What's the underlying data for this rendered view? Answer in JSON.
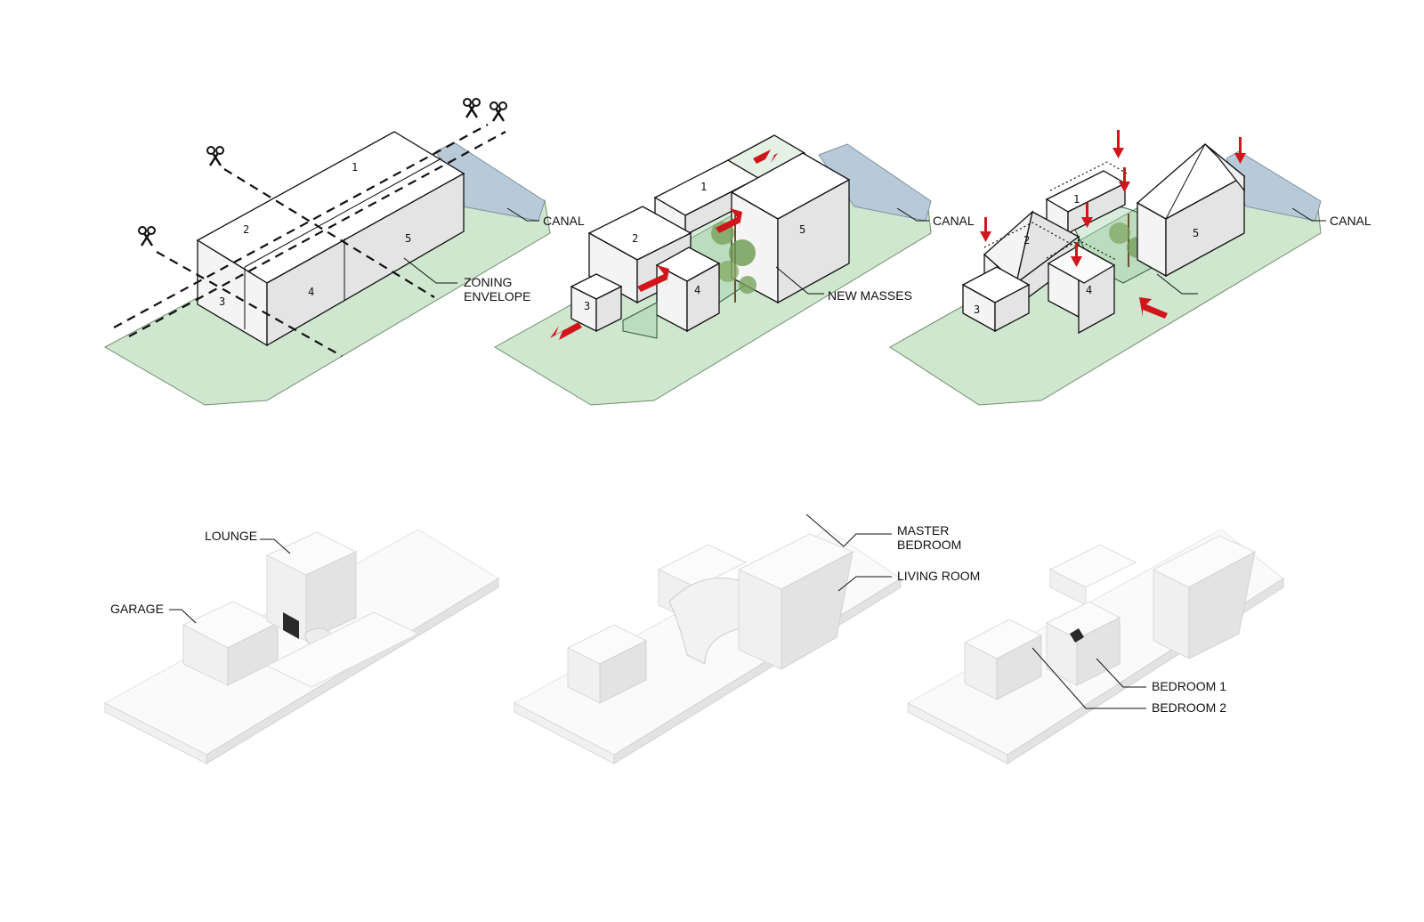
{
  "massing_panels": {
    "panel1": {
      "mass_numbers": [
        "1",
        "2",
        "3",
        "4",
        "5"
      ],
      "labels": {
        "canal": "CANAL",
        "zoning_line1": "ZONING",
        "zoning_line2": "ENVELOPE"
      }
    },
    "panel2": {
      "mass_numbers": [
        "1",
        "2",
        "3",
        "4",
        "5"
      ],
      "labels": {
        "canal": "CANAL",
        "new_masses": "NEW MASSES"
      }
    },
    "panel3": {
      "mass_numbers": [
        "1",
        "2",
        "3",
        "4",
        "5"
      ],
      "labels": {
        "canal": "CANAL"
      }
    }
  },
  "model_panels": {
    "panel1": {
      "labels": {
        "lounge": "LOUNGE",
        "garage": "GARAGE"
      }
    },
    "panel2": {
      "labels": {
        "master_line1": "MASTER",
        "master_line2": "BEDROOM",
        "living_room": "LIVING ROOM"
      }
    },
    "panel3": {
      "labels": {
        "bedroom1": "BEDROOM 1",
        "bedroom2": "BEDROOM 2"
      }
    }
  },
  "colors": {
    "site_green": "#cfe6cf",
    "canal_blue": "#b8c9d8",
    "arrow_red": "#d0161b"
  },
  "icons": [
    "scissors-icon",
    "red-arrow-icon",
    "tree-icon"
  ]
}
